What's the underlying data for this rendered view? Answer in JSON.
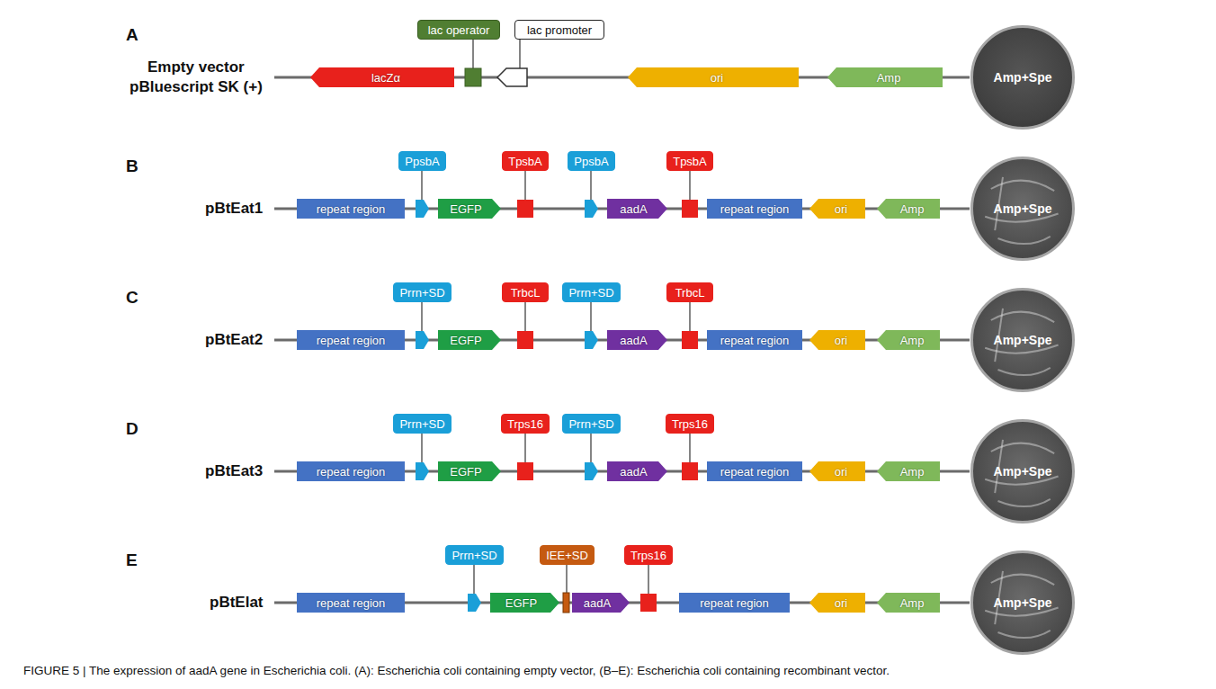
{
  "diagram": {
    "caption": "FIGURE 5 | The expression of aadA gene in Escherichia coli. (A): Escherichia coli containing empty vector, (B–E): Escherichia coli containing recombinant vector.",
    "nodes": [
      {
        "text": [
          "lac operator"
        ]
      },
      {
        "text": [
          "lac promoter"
        ]
      },
      {
        "text": [
          "lacZα"
        ]
      },
      {
        "text": [
          "ori"
        ]
      },
      {
        "text": [
          "Amp"
        ]
      },
      {
        "text": [
          "Amp+Spe"
        ]
      },
      {
        "text": [
          "PpsbA"
        ]
      },
      {
        "text": [
          "TpsbA"
        ]
      },
      {
        "text": [
          "PpsbA"
        ]
      },
      {
        "text": [
          "TpsbA"
        ]
      },
      {
        "text": [
          "repeat region"
        ]
      },
      {
        "text": [
          "EGFP"
        ]
      },
      {
        "text": [
          "aadA"
        ]
      },
      {
        "text": [
          "repeat region"
        ]
      },
      {
        "text": [
          "ori"
        ]
      },
      {
        "text": [
          "Amp"
        ]
      },
      {
        "text": [
          "Amp+Spe"
        ]
      },
      {
        "text": [
          "Prrn+SD"
        ]
      },
      {
        "text": [
          "TrbcL"
        ]
      },
      {
        "text": [
          "Prrn+SD"
        ]
      },
      {
        "text": [
          "TrbcL"
        ]
      },
      {
        "text": [
          "repeat region"
        ]
      },
      {
        "text": [
          "EGFP"
        ]
      },
      {
        "text": [
          "aadA"
        ]
      },
      {
        "text": [
          "repeat region"
        ]
      },
      {
        "text": [
          "ori"
        ]
      },
      {
        "text": [
          "Amp"
        ]
      },
      {
        "text": [
          "Amp+Spe"
        ]
      },
      {
        "text": [
          "Prrn+SD"
        ]
      },
      {
        "text": [
          "Trps16"
        ]
      },
      {
        "text": [
          "Prrn+SD"
        ]
      },
      {
        "text": [
          "Trps16"
        ]
      },
      {
        "text": [
          "repeat region"
        ]
      },
      {
        "text": [
          "EGFP"
        ]
      },
      {
        "text": [
          "aadA"
        ]
      },
      {
        "text": [
          "repeat region"
        ]
      },
      {
        "text": [
          "ori"
        ]
      },
      {
        "text": [
          "Amp"
        ]
      },
      {
        "text": [
          "Amp+Spe"
        ]
      },
      {
        "text": [
          "Prrn+SD"
        ]
      },
      {
        "text": [
          "IEE+SD"
        ]
      },
      {
        "text": [
          "Trps16"
        ]
      },
      {
        "text": [
          "repeat region"
        ]
      },
      {
        "text": [
          "EGFP"
        ]
      },
      {
        "text": [
          "aadA"
        ]
      },
      {
        "text": [
          "repeat region"
        ]
      },
      {
        "text": [
          "ori"
        ]
      },
      {
        "text": [
          "Amp"
        ]
      },
      {
        "text": [
          "Amp+Spe"
        ]
      }
    ],
    "labels": [
      "A",
      "Empty vector",
      "pBluescript SK (+)",
      "B",
      "pBtEat1",
      "C",
      "pBtEat2",
      "D",
      "pBtEat3",
      "E",
      "pBtElat"
    ]
  }
}
